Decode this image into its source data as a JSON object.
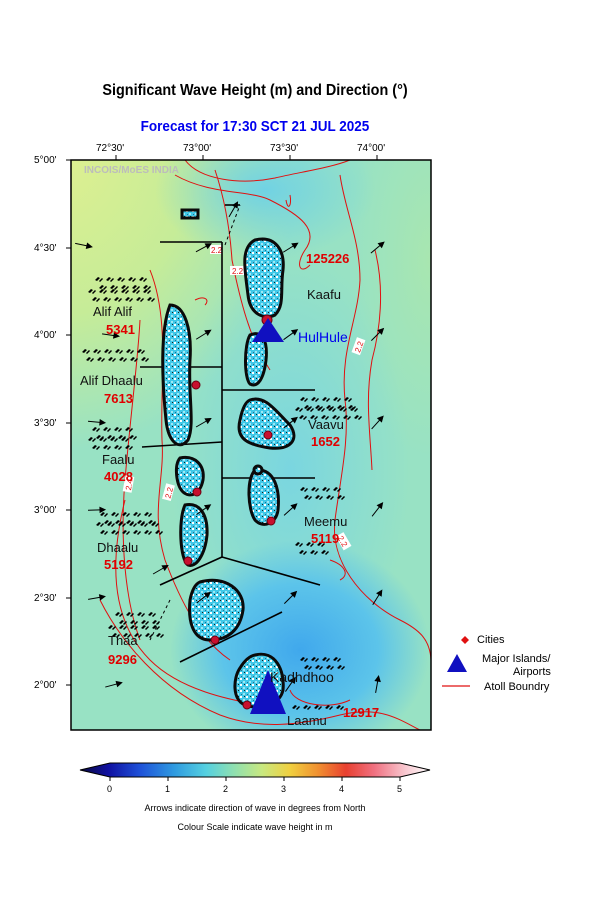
{
  "title": "Significant Wave Height (m) and Direction (°)",
  "subtitle": "Forecast for  17:30 SCT 21 JUL 2025",
  "watermark": "INCOIS/MoES INDIA",
  "axes": {
    "lon_ticks": [
      "72°30'",
      "73°00'",
      "73°30'",
      "74°00'"
    ],
    "lat_ticks": [
      "5°00'",
      "4°30'",
      "4°00'",
      "3°30'",
      "3°00'",
      "2°30'",
      "2°00'"
    ]
  },
  "atolls": [
    {
      "name": "Kaafu",
      "value": "125226"
    },
    {
      "name": "Alif Alif",
      "value": "5341"
    },
    {
      "name": "Alif Dhaalu",
      "value": "7613"
    },
    {
      "name": "Vaavu",
      "value": "1652"
    },
    {
      "name": "Faalu",
      "value": "4028"
    },
    {
      "name": "Meemu",
      "value": "5119"
    },
    {
      "name": "Dhaalu",
      "value": "5192"
    },
    {
      "name": "Thaa",
      "value": "9296"
    },
    {
      "name": "Laamu",
      "value": "12917"
    }
  ],
  "airports": [
    "HulHule",
    "Kadhdhoo"
  ],
  "contour_labels": [
    "2.2",
    "2.2",
    "2.2",
    "2.2",
    "2.4",
    "2.2"
  ],
  "legend": {
    "cities": "Cities",
    "airports_line1": "Major Islands/",
    "airports_line2": "Airports",
    "boundary": "Atoll Boundry"
  },
  "colorbar": {
    "ticks": [
      "0",
      "1",
      "2",
      "3",
      "4",
      "5"
    ],
    "colors": [
      "#0a0a40",
      "#1010a0",
      "#1e50d8",
      "#2f9be0",
      "#55d0e0",
      "#8fe0b0",
      "#c8e880",
      "#f0d040",
      "#f09030",
      "#e84030",
      "#f07080",
      "#f8c8d0",
      "#ffffff"
    ]
  },
  "notes": [
    "Arrows indicate direction of wave in degrees from North",
    "Colour Scale indicate wave height in m"
  ],
  "colors": {
    "contour": "#e01010",
    "title_blue": "#0000ee",
    "value_red": "#e00000",
    "atoll_boundary": "#000000"
  }
}
